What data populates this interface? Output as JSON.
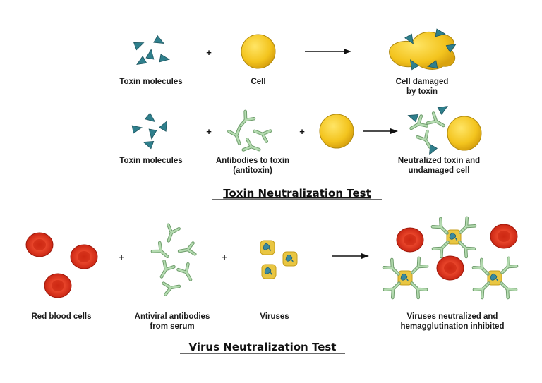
{
  "toxin_section": {
    "title": "Toxin Neutralization Test",
    "row1": {
      "toxin_label": "Toxin molecules",
      "cell_label": "Cell",
      "result_line1": "Cell damaged",
      "result_line2": "by toxin",
      "plus": "+"
    },
    "row2": {
      "toxin_label": "Toxin molecules",
      "antibody_line1": "Antibodies to toxin",
      "antibody_line2": "(antitoxin)",
      "result_line1": "Neutralized toxin and",
      "result_line2": "undamaged cell",
      "plus1": "+",
      "plus2": "+"
    }
  },
  "virus_section": {
    "title": "Virus Neutralization Test",
    "rbc_label": "Red blood cells",
    "antibody_line1": "Antiviral antibodies",
    "antibody_line2": "from serum",
    "virus_label": "Viruses",
    "result_line1": "Viruses neutralized and",
    "result_line2": "hemagglutination inhibited",
    "plus1": "+",
    "plus2": "+"
  },
  "colors": {
    "toxin": "#2f7f8c",
    "cell": "#f2c21f",
    "cell_stroke": "#b08a10",
    "antibody": "#9cc99a",
    "rbc": "#e23a22",
    "virus_shell": "#e9c642",
    "virus_core": "#3a8aa0"
  }
}
